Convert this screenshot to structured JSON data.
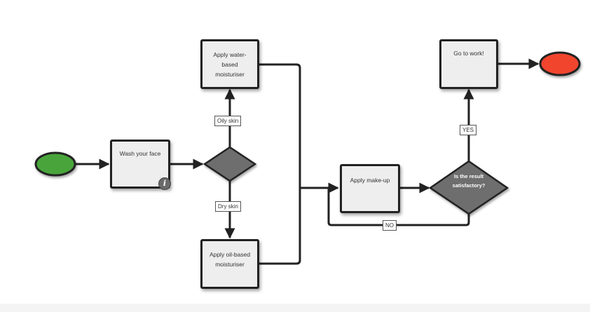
{
  "nodes": {
    "wash_face": "Wash your face",
    "water_moisturiser": "Apply water-based moisturiser",
    "oil_moisturiser": "Apply oil-based moisturiser",
    "make_up": "Apply make-up",
    "go_to_work": "Go to work!",
    "decision_result": "Is the result satisfactory?"
  },
  "edge_labels": {
    "oily_skin": "Oily skin",
    "dry_skin": "Dry skin",
    "yes": "YES",
    "no": "NO"
  },
  "info_icon": {
    "glyph": "i",
    "icon": "info-icon"
  },
  "colors": {
    "start": "#4aa53a",
    "end": "#f1452f",
    "decision": "#6e6e6e",
    "box": "#eeeeee",
    "line": "#222222"
  }
}
